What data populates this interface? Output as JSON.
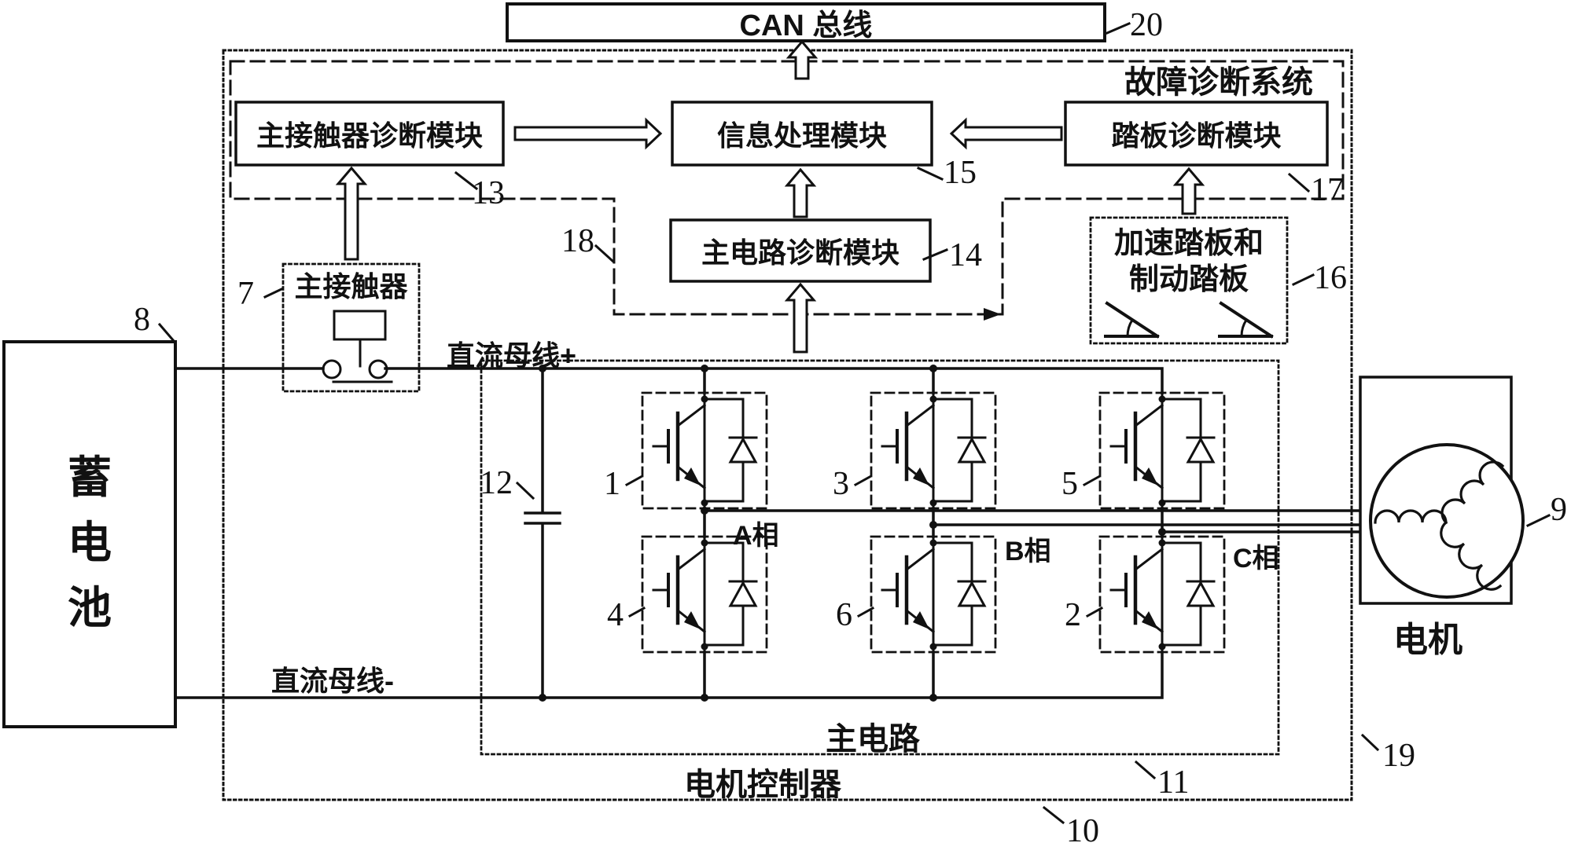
{
  "figure": {
    "can_bus_label": "CAN 总线",
    "fault_system_label": "故障诊断系统",
    "contactor_diag_label": "主接触器诊断模块",
    "info_proc_label": "信息处理模块",
    "pedal_diag_label": "踏板诊断模块",
    "main_circuit_diag_label": "主电路诊断模块",
    "pedals_label_line1": "加速踏板和",
    "pedals_label_line2": "制动踏板",
    "contactor_label": "主接触器",
    "battery_chars": [
      "蓄",
      "电",
      "池"
    ],
    "dc_bus_plus": "直流母线+",
    "dc_bus_minus": "直流母线-",
    "phase_a": "A相",
    "phase_b": "B相",
    "phase_c": "C相",
    "main_circuit_label": "主电路",
    "controller_label": "电机控制器",
    "motor_label": "电机",
    "refs": {
      "r1": "1",
      "r2": "2",
      "r3": "3",
      "r4": "4",
      "r5": "5",
      "r6": "6",
      "r7": "7",
      "r8": "8",
      "r9": "9",
      "r10": "10",
      "r11": "11",
      "r12": "12",
      "r13": "13",
      "r14": "14",
      "r15": "15",
      "r16": "16",
      "r17": "17",
      "r18": "18",
      "r19": "19",
      "r20": "20"
    },
    "colors": {
      "line": "#111111",
      "background": "#ffffff"
    }
  }
}
